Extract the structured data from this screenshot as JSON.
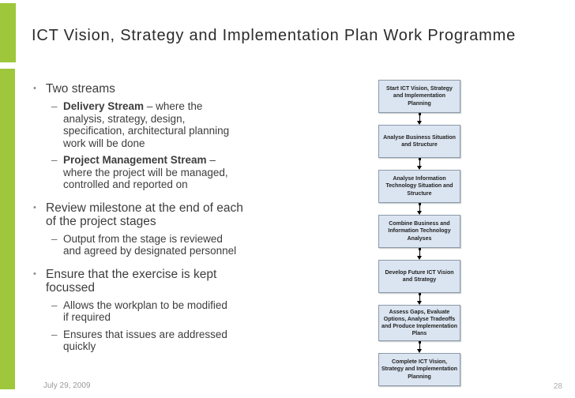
{
  "title": "ICT Vision, Strategy and Implementation Plan Work Programme",
  "colors": {
    "accent_green": "#9ec73c",
    "flow_box_fill": "#dbe5f1",
    "flow_box_border": "#8a99a8",
    "body_text": "#3d3d3d",
    "footer_text": "#9a9a9a"
  },
  "glyphs": {
    "bullet_l1": "•",
    "bullet_l2": "–"
  },
  "bullets": [
    {
      "level": 1,
      "text": "Two streams"
    },
    {
      "level": 2,
      "bold": "Delivery Stream",
      "rest": " – where the\nanalysis, strategy, design,\nspecification, architectural planning\nwork will be done"
    },
    {
      "level": 2,
      "bold": "Project Management Stream",
      "rest": " –\nwhere the project will be managed,\ncontrolled and reported on"
    },
    {
      "level": 1,
      "text": "Review milestone at the end of each\nof the project stages"
    },
    {
      "level": 2,
      "text": "Output from the stage is reviewed\nand agreed by designated personnel"
    },
    {
      "level": 1,
      "text": "Ensure that the exercise is kept\nfocussed"
    },
    {
      "level": 2,
      "text": "Allows the workplan to be modified\nif required"
    },
    {
      "level": 2,
      "text": "Ensures that issues are addressed\nquickly"
    }
  ],
  "flowchart": {
    "boxes": [
      "Start ICT Vision, Strategy\nand Implementation\nPlanning",
      "Analyse Business Situation\nand Structure",
      "Analyse Information\nTechnology Situation and\nStructure",
      "Combine Business and\nInformation Technology\nAnalyses",
      "Develop Future ICT Vision\nand Strategy",
      "Assess Gaps, Evaluate\nOptions, Analyse Tradeoffs\nand Produce Implementation\nPlans",
      "Complete ICT Vision,\nStrategy and Implementation\nPlanning"
    ]
  },
  "footer": {
    "date": "July 29, 2009",
    "page_number": "28"
  }
}
